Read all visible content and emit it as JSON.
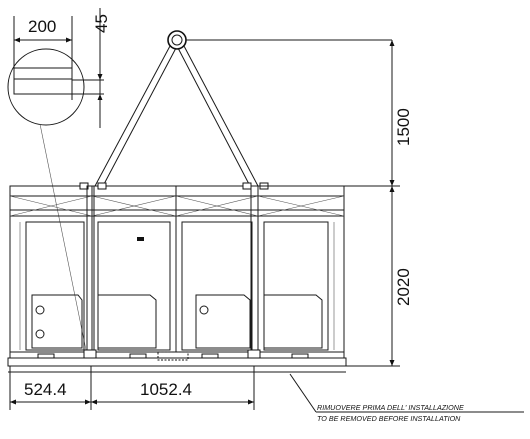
{
  "dimensions": {
    "width_lug": "200",
    "height_lug": "45",
    "lift_height": "1500",
    "unit_height": "2020",
    "left_offset": "524.4",
    "bar_spacing": "1052.4"
  },
  "note": {
    "italian": "RIMUOVERE PRIMA DELL' INSTALLAZIONE",
    "english": "TO BE REMOVED BEFORE INSTALLATION"
  }
}
